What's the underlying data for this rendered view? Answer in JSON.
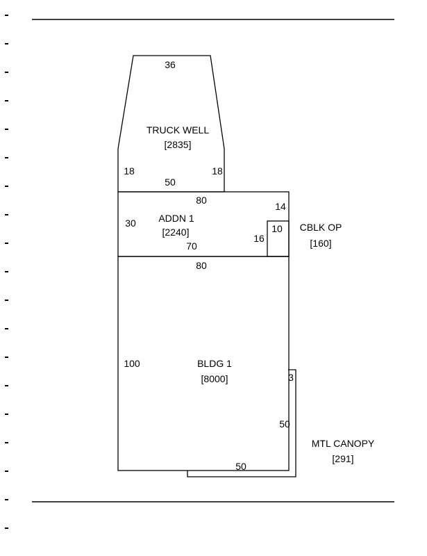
{
  "areas": [
    {
      "name": "TRUCK WELL",
      "area": "[2835]"
    },
    {
      "name": "ADDN 1",
      "area": "[2240]"
    },
    {
      "name": "CBLK OP",
      "area": "[160]"
    },
    {
      "name": "BLDG 1",
      "area": "[8000]"
    },
    {
      "name": "MTL CANOPY",
      "area": "[291]"
    }
  ],
  "dimensions": {
    "truck_well_top": "36",
    "truck_well_left": "18",
    "truck_well_right": "18",
    "truck_well_bottom": "50",
    "addn_top": "80",
    "addn_left": "30",
    "addn_right": "14",
    "addn_bottom": "70",
    "cblk_top": "10",
    "cblk_left": "16",
    "bldg_top": "80",
    "bldg_left": "100",
    "canopy_right_top": "3",
    "canopy_right": "50",
    "canopy_bottom": "50"
  }
}
